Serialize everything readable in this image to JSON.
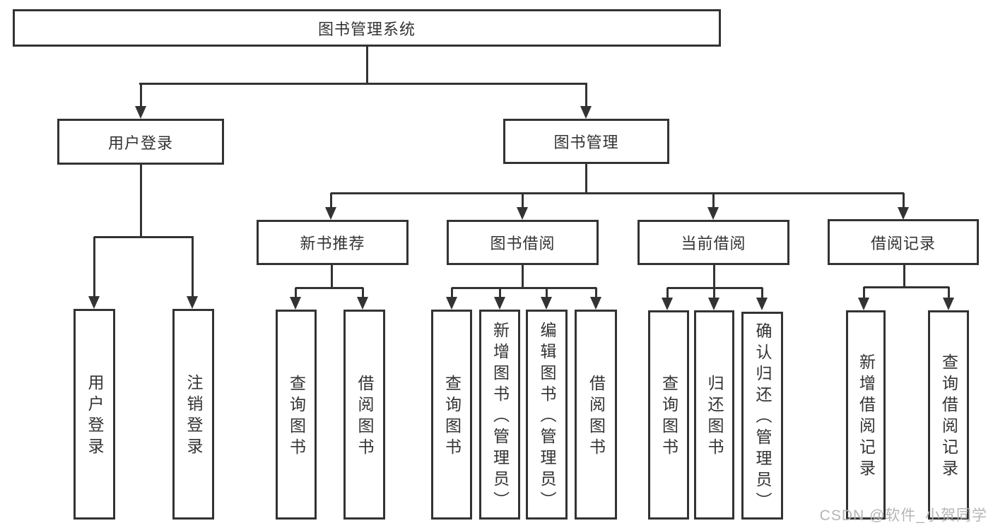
{
  "diagram_title": "图书管理系统",
  "watermark": {
    "text": "CSDN @软件_小贺同学"
  },
  "colors": {
    "line": "#333333",
    "text": "#333333",
    "watermark": "#b5b5b5",
    "background": "#ffffff"
  },
  "tree": {
    "label": "图书管理系统",
    "children": [
      {
        "label": "用户登录",
        "children": [
          {
            "label": "用户登录"
          },
          {
            "label": "注销登录"
          }
        ]
      },
      {
        "label": "图书管理",
        "children": [
          {
            "label": "新书推荐",
            "children": [
              {
                "label": "查询图书"
              },
              {
                "label": "借阅图书"
              }
            ]
          },
          {
            "label": "图书借阅",
            "children": [
              {
                "label": "查询图书"
              },
              {
                "label": "新增图书（管理员）"
              },
              {
                "label": "编辑图书（管理员）"
              },
              {
                "label": "借阅图书"
              }
            ]
          },
          {
            "label": "当前借阅",
            "children": [
              {
                "label": "查询图书"
              },
              {
                "label": "归还图书"
              },
              {
                "label": "确认归还（管理员）"
              }
            ]
          },
          {
            "label": "借阅记录",
            "children": [
              {
                "label": "新增借阅记录"
              },
              {
                "label": "查询借阅记录"
              }
            ]
          }
        ]
      }
    ]
  }
}
